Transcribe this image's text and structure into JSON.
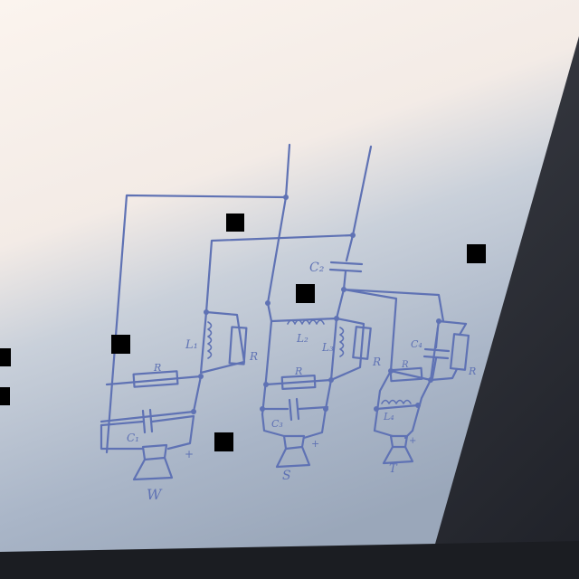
{
  "scene": {
    "description_colors": {
      "paper_light": "#f7efe8",
      "paper_shadow": "#aeb8c6",
      "ink": "#5f72b4",
      "dark_surface": "#2a2d35"
    }
  },
  "labels": {
    "cap_top": "C₂",
    "woofer_inductor": "L₁",
    "woofer_resistor": "R",
    "woofer_resistor_lower": "R",
    "woofer_cap": "C₁",
    "woofer_plus": "+",
    "woofer_letter": "W",
    "mid_inductor_top": "L₂",
    "mid_inductor_side": "L₃",
    "mid_resistor": "R",
    "mid_resistor_lower": "R",
    "mid_cap": "C₃",
    "mid_plus": "+",
    "mid_letter": "S",
    "tw_cap": "C₄",
    "tw_resistor": "R",
    "tw_resistor_lower": "R",
    "tw_inductor": "L₄",
    "tw_plus": "+",
    "tw_letter": "T"
  }
}
